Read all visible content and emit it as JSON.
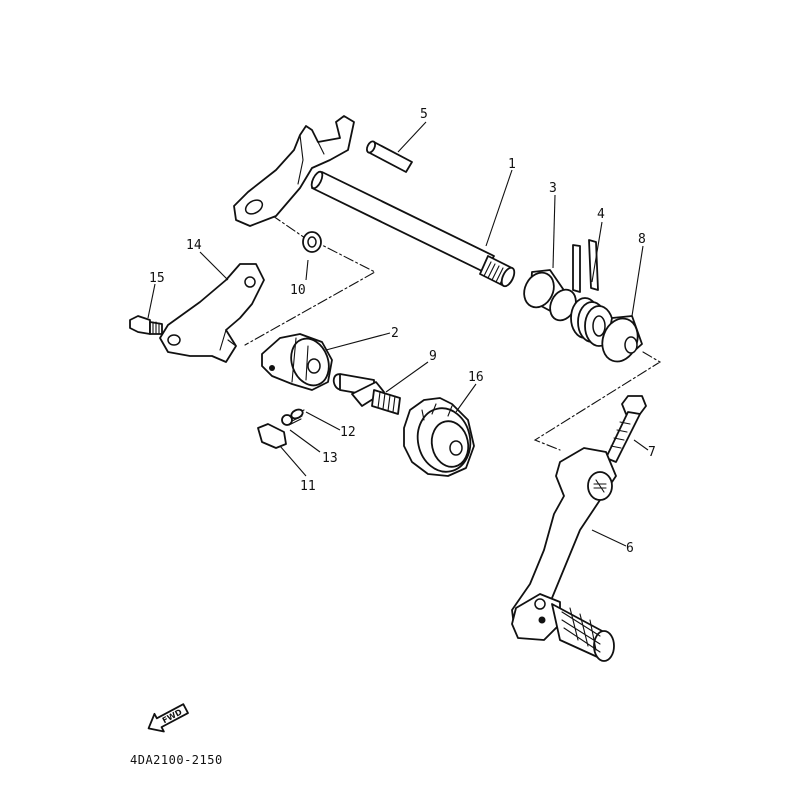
{
  "diagram_code": "4DA2100-2150",
  "fwd_label": "FWD",
  "callouts": {
    "c1": "1",
    "c2": "2",
    "c3": "3",
    "c4": "4",
    "c5": "5",
    "c6": "6",
    "c7": "7",
    "c8": "8",
    "c9": "9",
    "c10": "10",
    "c11": "11",
    "c12": "12",
    "c13": "13",
    "c14": "14",
    "c15": "15",
    "c16": "16"
  }
}
